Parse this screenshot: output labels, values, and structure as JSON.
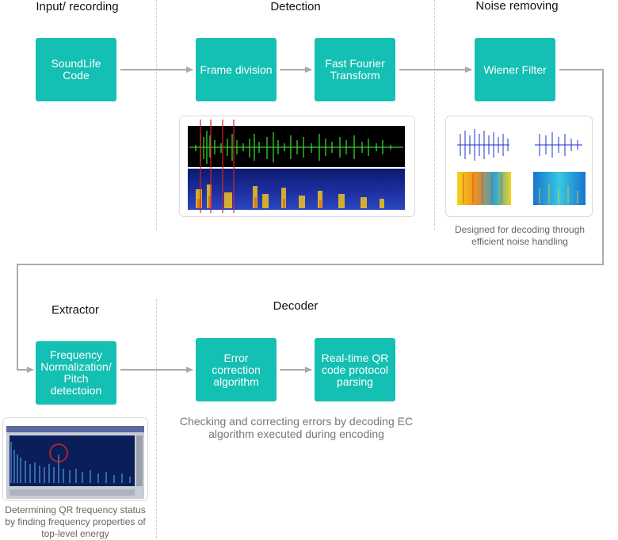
{
  "sections": {
    "input": "Input/ recording",
    "detection": "Detection",
    "noise": "Noise removing",
    "extractor": "Extractor",
    "decoder": "Decoder"
  },
  "boxes": {
    "soundlife": "SoundLife Code",
    "frame": "Frame division",
    "fft": "Fast Fourier Transform",
    "wiener": "Wiener Filter",
    "frequency": "Frequency Normalization/ Pitch detectoion",
    "error": "Error correction algorithm",
    "qr": "Real-time QR code protocol parsing"
  },
  "captions": {
    "noise": "Designed for decoding through efficient noise handling",
    "decoder": "Checking and correcting errors by decoding EC algorithm executed during encoding",
    "extractor": "Determining QR frequency status by finding frequency properties of top-level energy"
  },
  "colors": {
    "box": "#14bfb3",
    "arrow": "#aaaaaa",
    "marker": "#e02020"
  }
}
